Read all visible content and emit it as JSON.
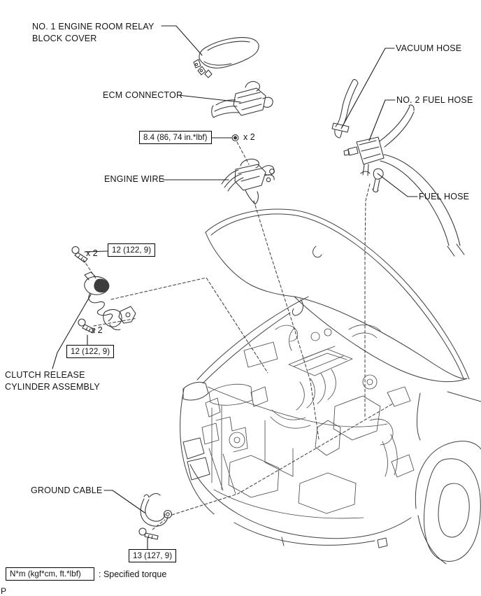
{
  "figure": {
    "type": "service-manual-component-removal-diagram",
    "corner_marker": "P"
  },
  "labels": {
    "relay_block_cover": "NO. 1 ENGINE ROOM RELAY\nBLOCK COVER",
    "ecm_connector": "ECM CONNECTOR",
    "engine_wire": "ENGINE WIRE",
    "vacuum_hose": "VACUUM HOSE",
    "no2_fuel_hose": "NO. 2 FUEL HOSE",
    "fuel_hose": "FUEL HOSE",
    "clutch_release_cylinder": "CLUTCH RELEASE\nCYLINDER ASSEMBLY",
    "ground_cable": "GROUND CABLE"
  },
  "torque_specs": [
    {
      "value": "8.4 (86, 74 in.*lbf)",
      "qty": "x 2"
    },
    {
      "value": "12 (122, 9)",
      "qty": "x 2"
    },
    {
      "value": "12 (122, 9)",
      "qty": "x 2"
    },
    {
      "value": "13 (127, 9)",
      "qty": ""
    }
  ],
  "legend": {
    "unit_box": "N*m (kgf*cm, ft.*lbf)",
    "description": ": Specified torque"
  },
  "colors": {
    "line_art": "#3f3f3f",
    "text": "#141414",
    "background": "#ffffff"
  }
}
